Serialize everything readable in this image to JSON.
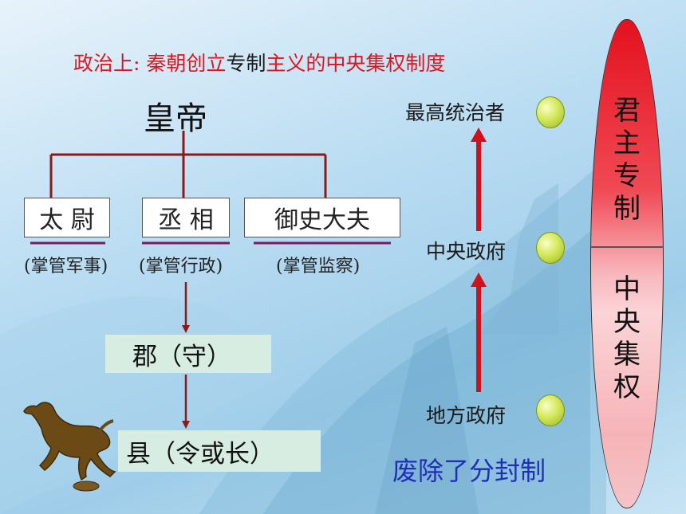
{
  "title": {
    "part1": "政治上: 秦朝创立",
    "part2": "专制",
    "part3": "主义",
    "part4": "的中央集权制度"
  },
  "emperor": "皇帝",
  "offices": [
    {
      "name": "太 尉",
      "duty": "(掌管军事)"
    },
    {
      "name": "丞 相",
      "duty": "(掌管行政)"
    },
    {
      "name": "御史大夫",
      "duty": "(掌管监察)"
    }
  ],
  "local_levels": [
    "郡（守）",
    "县（令或长）"
  ],
  "hierarchy": [
    "最高统治者",
    "中央政府",
    "地方政府"
  ],
  "abolish": "废除了分封制",
  "oval": {
    "top_text": "君主专制",
    "bottom_text": "中央集权"
  },
  "colors": {
    "title_red": "#e0141e",
    "arrow_red": "#d2101c",
    "abolish_blue": "#1f2fb5",
    "connector_maroon": "#8b1a1a"
  }
}
